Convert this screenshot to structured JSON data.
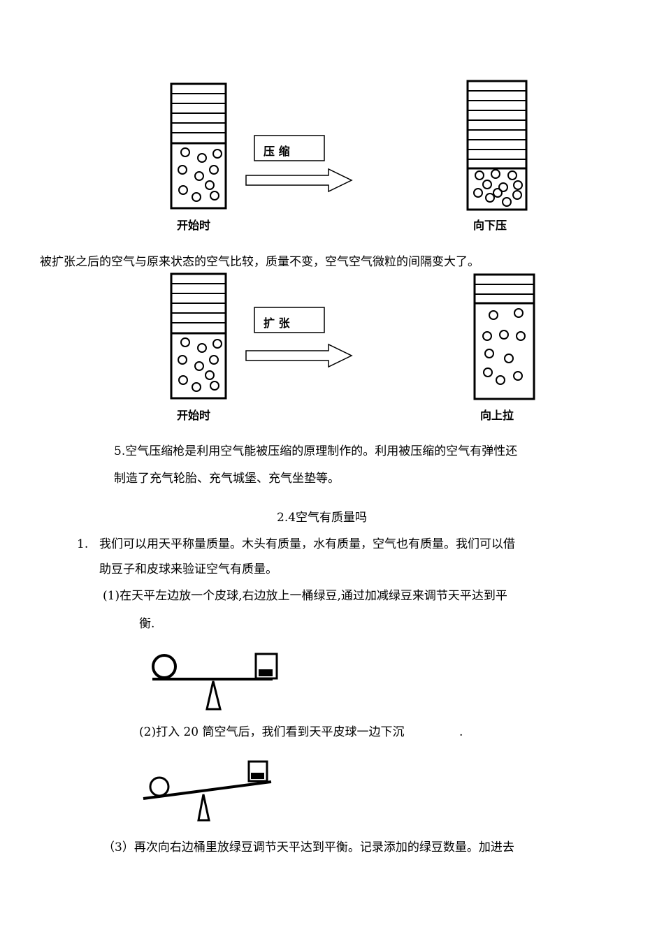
{
  "diagram_compress": {
    "start_label": "开始时",
    "action_label": "压 缩",
    "end_label": "向下压"
  },
  "text_expand_note": "被扩张之后的空气与原来状态的空气比较，质量不变，空气空气微粒的间隔变大了。",
  "diagram_expand": {
    "start_label": "开始时",
    "action_label": "扩 张",
    "end_label": "向上拉"
  },
  "item5": {
    "line1": "5.空气压缩枪是利用空气能被压缩的原理制作的。利用被压缩的空气有弹性还",
    "line2": "制造了充气轮胎、充气城堡、充气坐垫等。"
  },
  "section_title": "2.4空气有质量吗",
  "item1": {
    "number": "1.",
    "line1": "我们可以用天平称量质量。木头有质量，水有质量，空气也有质量。我们可以借",
    "line2": "助豆子和皮球来验证空气有质量。"
  },
  "step1": {
    "line1": "(1)在天平左边放一个皮球,右边放上一桶绿豆,通过加减绿豆来调节天平达到平",
    "line2": "衡."
  },
  "step2": {
    "text": "(2)打入 20 筒空气后，我们看到天平皮球一边下沉",
    "end": "."
  },
  "step3": {
    "text": "（3）再次向右边桶里放绿豆调节天平达到平衡。记录添加的绿豆数量。加进去"
  }
}
